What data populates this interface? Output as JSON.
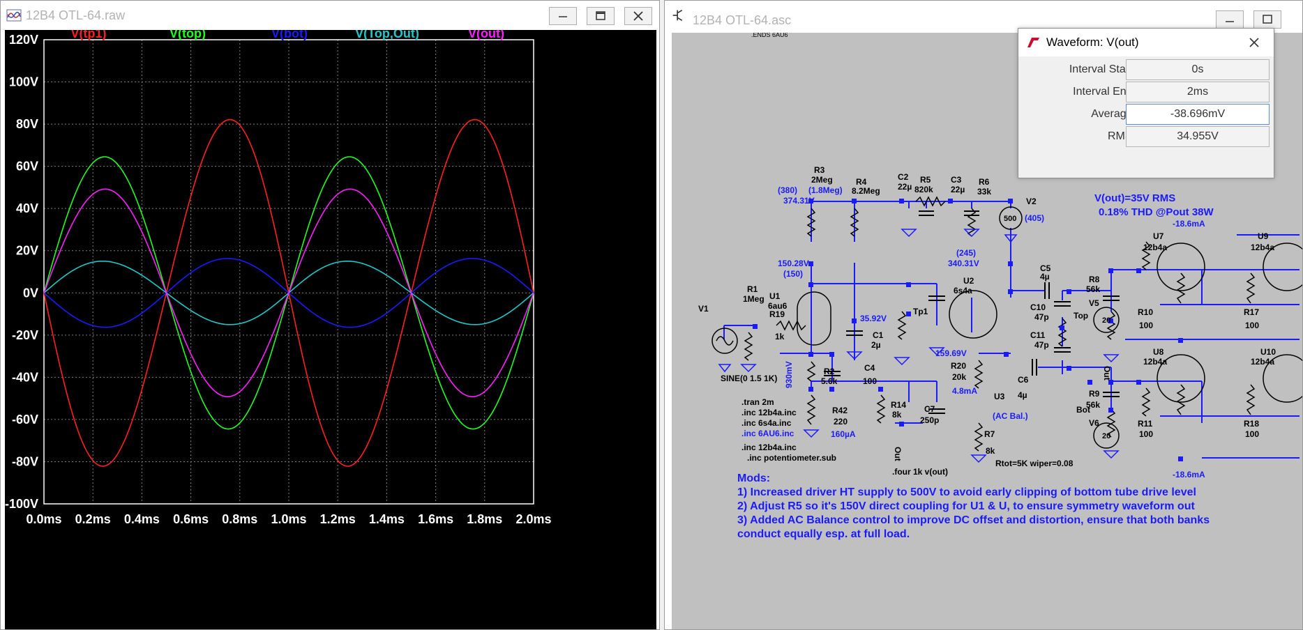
{
  "plot_window": {
    "title": "12B4 OTL-64.raw",
    "app_icon": "ltspice-waveform-icon",
    "minimize_icon": "minimize-icon",
    "maximize_icon": "maximize-icon",
    "close_icon": "close-icon",
    "background_color": "#000000",
    "grid_color": "#808080"
  },
  "chart_data": {
    "type": "line",
    "xlabel": "",
    "ylabel": "",
    "xlim": [
      0,
      2.0
    ],
    "ylim": [
      -100,
      120
    ],
    "x_ticks": [
      0,
      0.2,
      0.4,
      0.6,
      0.8,
      1.0,
      1.2,
      1.4,
      1.6,
      1.8,
      2.0
    ],
    "x_tick_labels": [
      "0.0ms",
      "0.2ms",
      "0.4ms",
      "0.6ms",
      "0.8ms",
      "1.0ms",
      "1.2ms",
      "1.4ms",
      "1.6ms",
      "1.8ms",
      "2.0ms"
    ],
    "y_ticks": [
      120,
      100,
      80,
      60,
      40,
      20,
      0,
      -20,
      -40,
      -60,
      -80,
      -100
    ],
    "y_tick_labels": [
      "120V",
      "100V",
      "80V",
      "60V",
      "40V",
      "20V",
      "0V",
      "-20V",
      "-40V",
      "-60V",
      "-80V",
      "-100V"
    ],
    "grid": true,
    "legend": "top",
    "frequency_khz": 1,
    "series": [
      {
        "name": "V(tp1)",
        "color": "#ff2020",
        "amplitude": -82,
        "offset": -2.5
      },
      {
        "name": "V(top)",
        "color": "#20ff20",
        "amplitude": 64.5,
        "offset": 0.5
      },
      {
        "name": "V(bot)",
        "color": "#1a1aff",
        "amplitude": -16.3,
        "offset": 0
      },
      {
        "name": "V(Top,Out)",
        "color": "#22c8c8",
        "amplitude": 15,
        "offset": 0.5
      },
      {
        "name": "V(out)",
        "color": "#ff20ff",
        "amplitude": 49.2,
        "offset": 0
      }
    ]
  },
  "schematic_window": {
    "title": "12B4 OTL-64.asc",
    "app_icon": "schematic-icon",
    "background_color": "#c0c0c0",
    "wire_color": "#1a1aff",
    "ends_text": ".ENDS 6AU6",
    "labels": {
      "r3": "R3",
      "r3v": "2Meg",
      "r3b": "(1.8Meg)",
      "n380": "(380)",
      "v374": "374.31V",
      "r4": "R4",
      "r4v": "8.2Meg",
      "c2": "C2",
      "c2v": "22µ",
      "r5": "R5",
      "r5v": "820k",
      "c3": "C3",
      "c3v": "22µ",
      "r6": "R6",
      "r6v": "33k",
      "v2": "V2",
      "v2v": "500",
      "n405": "(405)",
      "n245": "(245)",
      "v340": "340.31V",
      "v150": "150.28V",
      "n150": "(150)",
      "r1": "R1",
      "r1v": "1Meg",
      "u1": "U1",
      "u1v": "6au6",
      "r19": "R19",
      "r19v": "1k",
      "v1": "V1",
      "v3592": "35.92V",
      "c1": "C1",
      "c1v": "2µ",
      "tp1": "Tp1",
      "u2": "U2",
      "u2v": "6s4a",
      "c5": "C5",
      "c5v": "4µ",
      "c10": "C10",
      "c10v": "47p",
      "c11": "C11",
      "c11v": "47p",
      "top": "Top",
      "r8": "R8",
      "r8v": "56k",
      "v5": "V5",
      "v5v": "20",
      "r10": "R10",
      "r10v": "100",
      "r17": "R17",
      "r17v": "100",
      "u7": "U7",
      "u7v": "12b4a",
      "u9": "U9",
      "u9v": "12b4a",
      "ma1": "-18.6mA",
      "ma2": "-18.6mA",
      "vout": "V(out)=35V RMS",
      "thd": "0.18% THD @Pout 38W",
      "sine": "SINE(0 1.5 1K)",
      "v930": "930mV",
      "r2": "R2",
      "r2v": "5.6k",
      "c4": "C4",
      "c4v": "100",
      "v159": "159.69V",
      "r20": "R20",
      "r20v": "20k",
      "ma48": "4.8mA",
      "u3": "U3",
      "acbal": "(AC Bal.)",
      "c6": "C6",
      "c6v": "4µ",
      "bot": "Bot",
      "r9": "R9",
      "r9v": "56k",
      "v6": "V6",
      "v6v": "20",
      "r11": "R11",
      "r11v": "100",
      "r18": "R18",
      "r18v": "100",
      "u8": "U8",
      "u8v": "12b4a",
      "u10": "U10",
      "u10v": "12b4a",
      "out": "Out",
      "r42": "R42",
      "r42v": "220",
      "ua160": "160µA",
      "r14": "R14",
      "r14v": "8k",
      "c7": "C7",
      "c7v": "250p",
      "r7": "R7",
      "r7v": "8k",
      "rtot": "Rtot=5K wiper=0.08",
      "four": ".four 1k v(out)"
    },
    "directives": [
      ".tran 2m",
      ".inc 12b4a.inc",
      ".inc 6s4a.inc",
      ".inc 6AU6.inc",
      ".inc 12b4a.inc",
      ".inc potentiometer.sub"
    ],
    "mods_title": "Mods:",
    "mods": [
      "1) Increased driver HT supply to 500V to avoid early clipping of bottom tube drive level",
      "2) Adjust R5 so it's 150V direct coupling for U1 & U, to ensure symmetry waveform out",
      "3) Added AC Balance control to improve DC offset and distortion, ensure that both banks",
      "conduct equally esp. at full load."
    ]
  },
  "waveform_dialog": {
    "title": "Waveform: V(out)",
    "icon": "ltspice-logo-icon",
    "close_icon": "close-icon",
    "fields": [
      {
        "label": "Interval Start:",
        "value": "0s"
      },
      {
        "label": "Interval End:",
        "value": "2ms"
      },
      {
        "label": "Average:",
        "value": "-38.696mV"
      },
      {
        "label": "RMS:",
        "value": "34.955V"
      }
    ]
  }
}
